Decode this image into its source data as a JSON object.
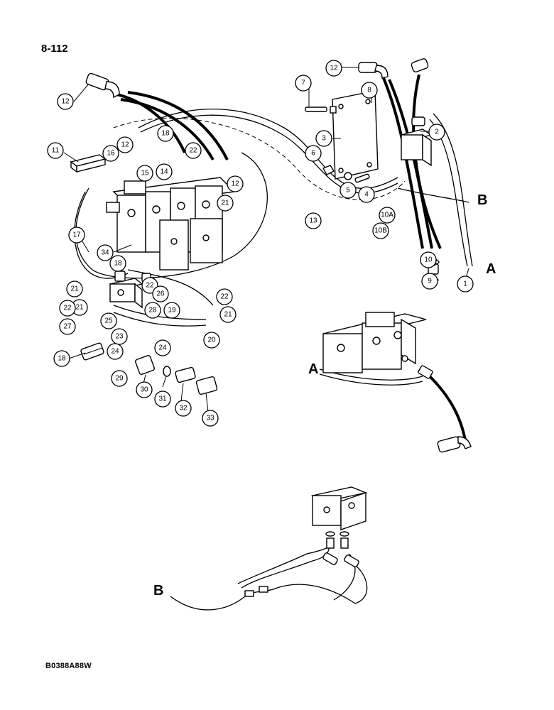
{
  "page": {
    "number": "8-112",
    "figure_id": "B0388A88W"
  },
  "callouts": [
    "12",
    "12",
    "11",
    "16",
    "12",
    "18",
    "22",
    "15",
    "14",
    "21",
    "12",
    "7",
    "8",
    "2",
    "3",
    "6",
    "5",
    "4",
    "13",
    "10A",
    "10B",
    "10",
    "9",
    "1",
    "17",
    "34",
    "18",
    "21",
    "22",
    "26",
    "21",
    "22",
    "27",
    "25",
    "28",
    "19",
    "22",
    "21",
    "20",
    "23",
    "18",
    "24",
    "24",
    "29",
    "30",
    "31",
    "32",
    "33"
  ],
  "connection_labels": [
    "A",
    "A",
    "B",
    "B"
  ],
  "icons": [
    "valve-bank-icon",
    "fitting-icon",
    "filter-icon",
    "hose-icon",
    "bracket-icon",
    "relief-valve-icon"
  ]
}
